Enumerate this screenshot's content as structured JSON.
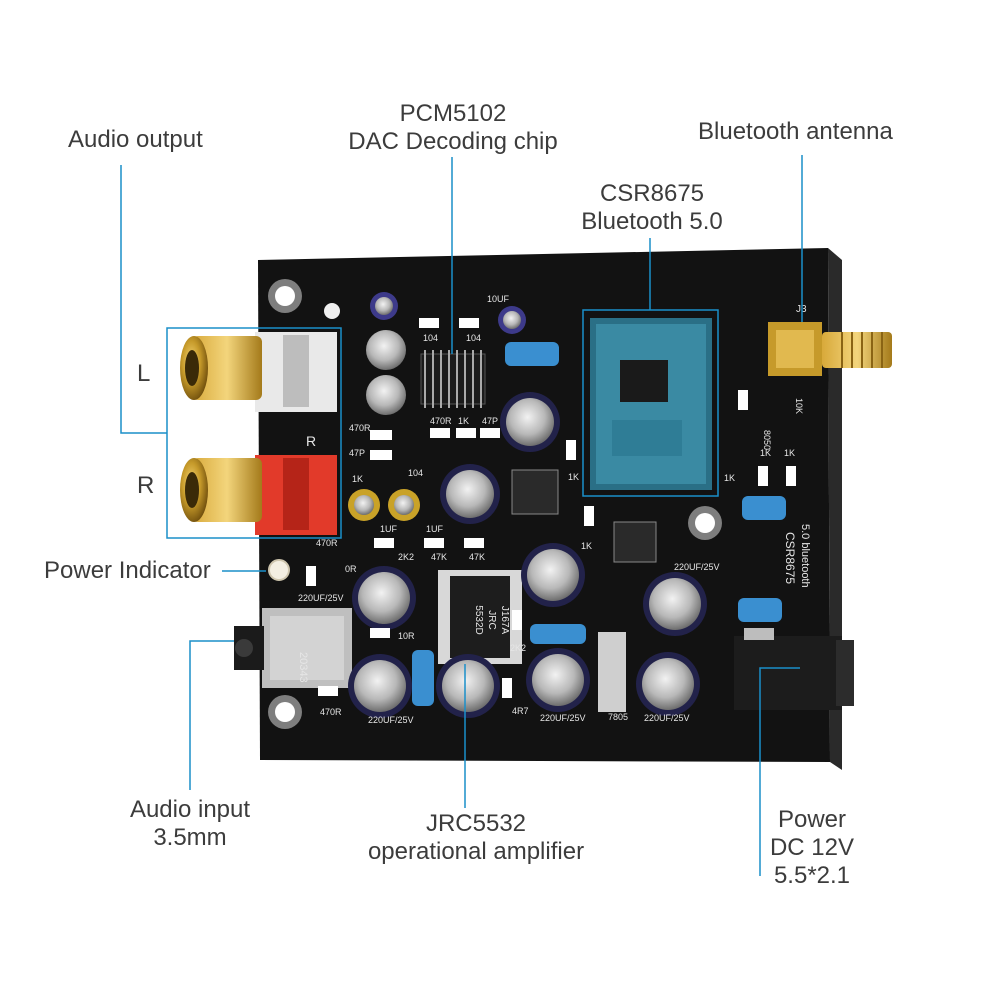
{
  "callouts": {
    "audio_output": "Audio output",
    "dac_chip": [
      "PCM5102",
      "DAC Decoding chip"
    ],
    "bt_antenna": "Bluetooth antenna",
    "bt_module": [
      "CSR8675",
      "Bluetooth 5.0"
    ],
    "channel_left": "L",
    "channel_right": "R",
    "power_indicator": "Power Indicator",
    "audio_input": [
      "Audio input",
      "3.5mm"
    ],
    "op_amp": [
      "JRC5532",
      "operational amplifier"
    ],
    "power": [
      "Power",
      "DC 12V",
      "5.5*2.1"
    ]
  },
  "colors": {
    "leader_line": "#1a8fc9",
    "board": "#121212",
    "label_text": "#3c3c3c"
  },
  "silkscreen": {
    "module_name": "CSR8675",
    "module_sub": "5.0 bluetooth",
    "opamp_marking": [
      "5532D",
      "JRC",
      "J167A"
    ],
    "jack_marking": "20343",
    "antenna_ref": "J3",
    "right_channel": "R",
    "cap_220": "220UF/25V",
    "cap_10uf": "10UF",
    "r_470": "470R",
    "r_1k": "1K",
    "c_47p": "47P",
    "c_104": "104",
    "r_47k": "47K",
    "r_2k2": "2K2",
    "c_1uf": "1UF",
    "r_4r7": "4R7",
    "r_10k": "10K",
    "reg_7805": "7805",
    "q_8050": "8050",
    "r_10r": "10R",
    "r_0r": "0R"
  }
}
